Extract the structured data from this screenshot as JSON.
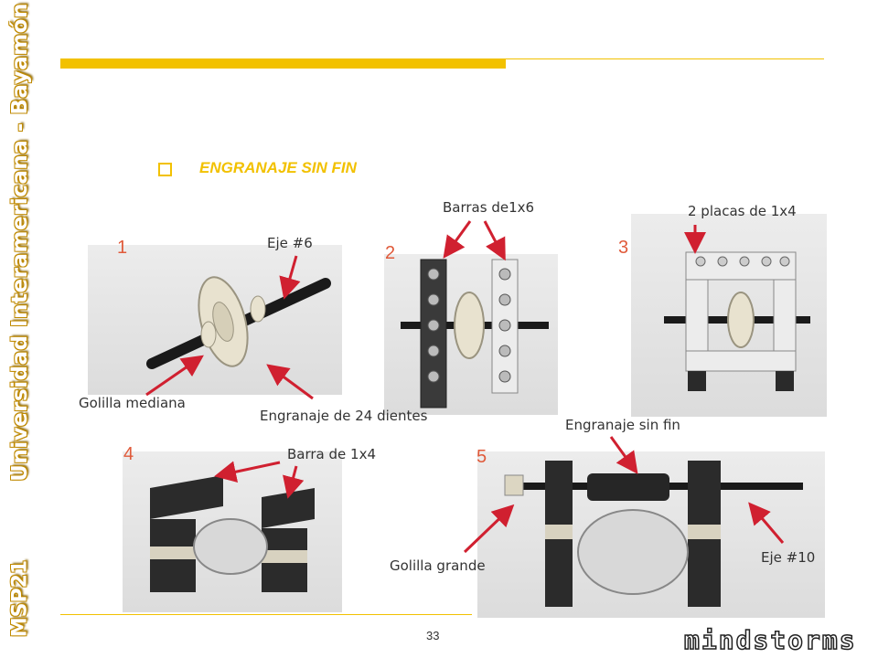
{
  "sidebar": {
    "university": "Universidad Interamericana - Bayamón",
    "course": "MSP21"
  },
  "slide": {
    "heading": "ENGRANAJE SIN FIN",
    "page_number": "33",
    "logo": "mindstorms"
  },
  "steps": [
    {
      "number": "1",
      "labels": [
        "Eje #6",
        "Golilla mediana",
        "Engranaje de 24 dientes"
      ]
    },
    {
      "number": "2",
      "labels": [
        "Barras de1x6"
      ]
    },
    {
      "number": "3",
      "labels": [
        "2 placas de 1x4"
      ]
    },
    {
      "number": "4",
      "labels": [
        "Barra de 1x4"
      ]
    },
    {
      "number": "5",
      "labels": [
        "Engranaje sin fin",
        "Golilla grande",
        "Eje #10"
      ]
    }
  ],
  "colors": {
    "accent": "#f2c100",
    "arrow": "#d02030",
    "number": "#e05a3a"
  }
}
